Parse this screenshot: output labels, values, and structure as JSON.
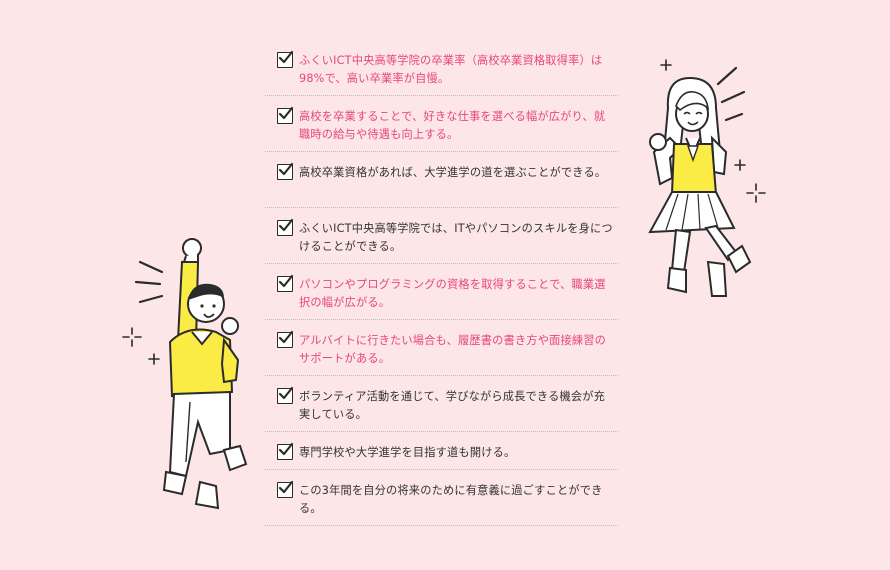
{
  "colors": {
    "background": "#fce6e7",
    "accent_pink": "#e8457d",
    "text_dark": "#333333",
    "sweater_yellow": "#fbeb45"
  },
  "checklist": [
    {
      "text": "ふくいICT中央高等学院の卒業率（高校卒業資格取得率）は98%で、高い卒業率が自慢。",
      "color": "pink"
    },
    {
      "text": "高校を卒業することで、好きな仕事を選べる幅が広がり、就職時の給与や待遇も向上する。",
      "color": "pink"
    },
    {
      "text": "高校卒業資格があれば、大学進学の道を選ぶことができる。",
      "color": "dark"
    },
    {
      "text": "ふくいICT中央高等学院では、ITやパソコンのスキルを身につけることができる。",
      "color": "dark"
    },
    {
      "text": "パソコンやプログラミングの資格を取得することで、職業選択の幅が広がる。",
      "color": "pink"
    },
    {
      "text": "アルバイトに行きたい場合も、履歴書の書き方や面接練習のサポートがある。",
      "color": "pink"
    },
    {
      "text": "ボランティア活動を通じて、学びながら成長できる機会が充実している。",
      "color": "dark"
    },
    {
      "text": "専門学校や大学進学を目指す道も開ける。",
      "color": "dark"
    },
    {
      "text": "この3年間を自分の将来のために有意義に過ごすことができる。",
      "color": "dark"
    }
  ],
  "icons": {
    "check": "checkmark-icon",
    "sparkle": "sparkle-icon"
  }
}
